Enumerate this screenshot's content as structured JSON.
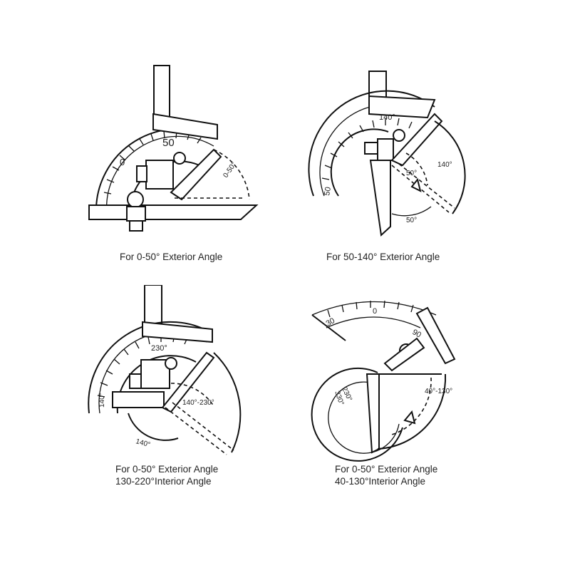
{
  "panels": [
    {
      "caption_lines": [
        "For 0-50° Exterior Angle"
      ],
      "scale_labels": [
        "50",
        "0"
      ],
      "angle_labels": [
        "0-50°"
      ]
    },
    {
      "caption_lines": [
        "For 50-140° Exterior Angle"
      ],
      "scale_labels": [
        "140°",
        "50"
      ],
      "angle_labels": [
        "50°",
        "140°",
        "50°"
      ]
    },
    {
      "caption_lines": [
        "For 0-50° Exterior Angle",
        "130-220°Interior Angle"
      ],
      "scale_labels": [
        "230°",
        "140°"
      ],
      "angle_labels": [
        "140°-230°",
        "140°"
      ]
    },
    {
      "caption_lines": [
        "For 0-50° Exterior Angle",
        "40-130°Interior Angle"
      ],
      "scale_labels": [
        "30",
        "0",
        "90"
      ],
      "angle_labels": [
        "230°",
        "330°",
        "40°-130°"
      ]
    }
  ]
}
